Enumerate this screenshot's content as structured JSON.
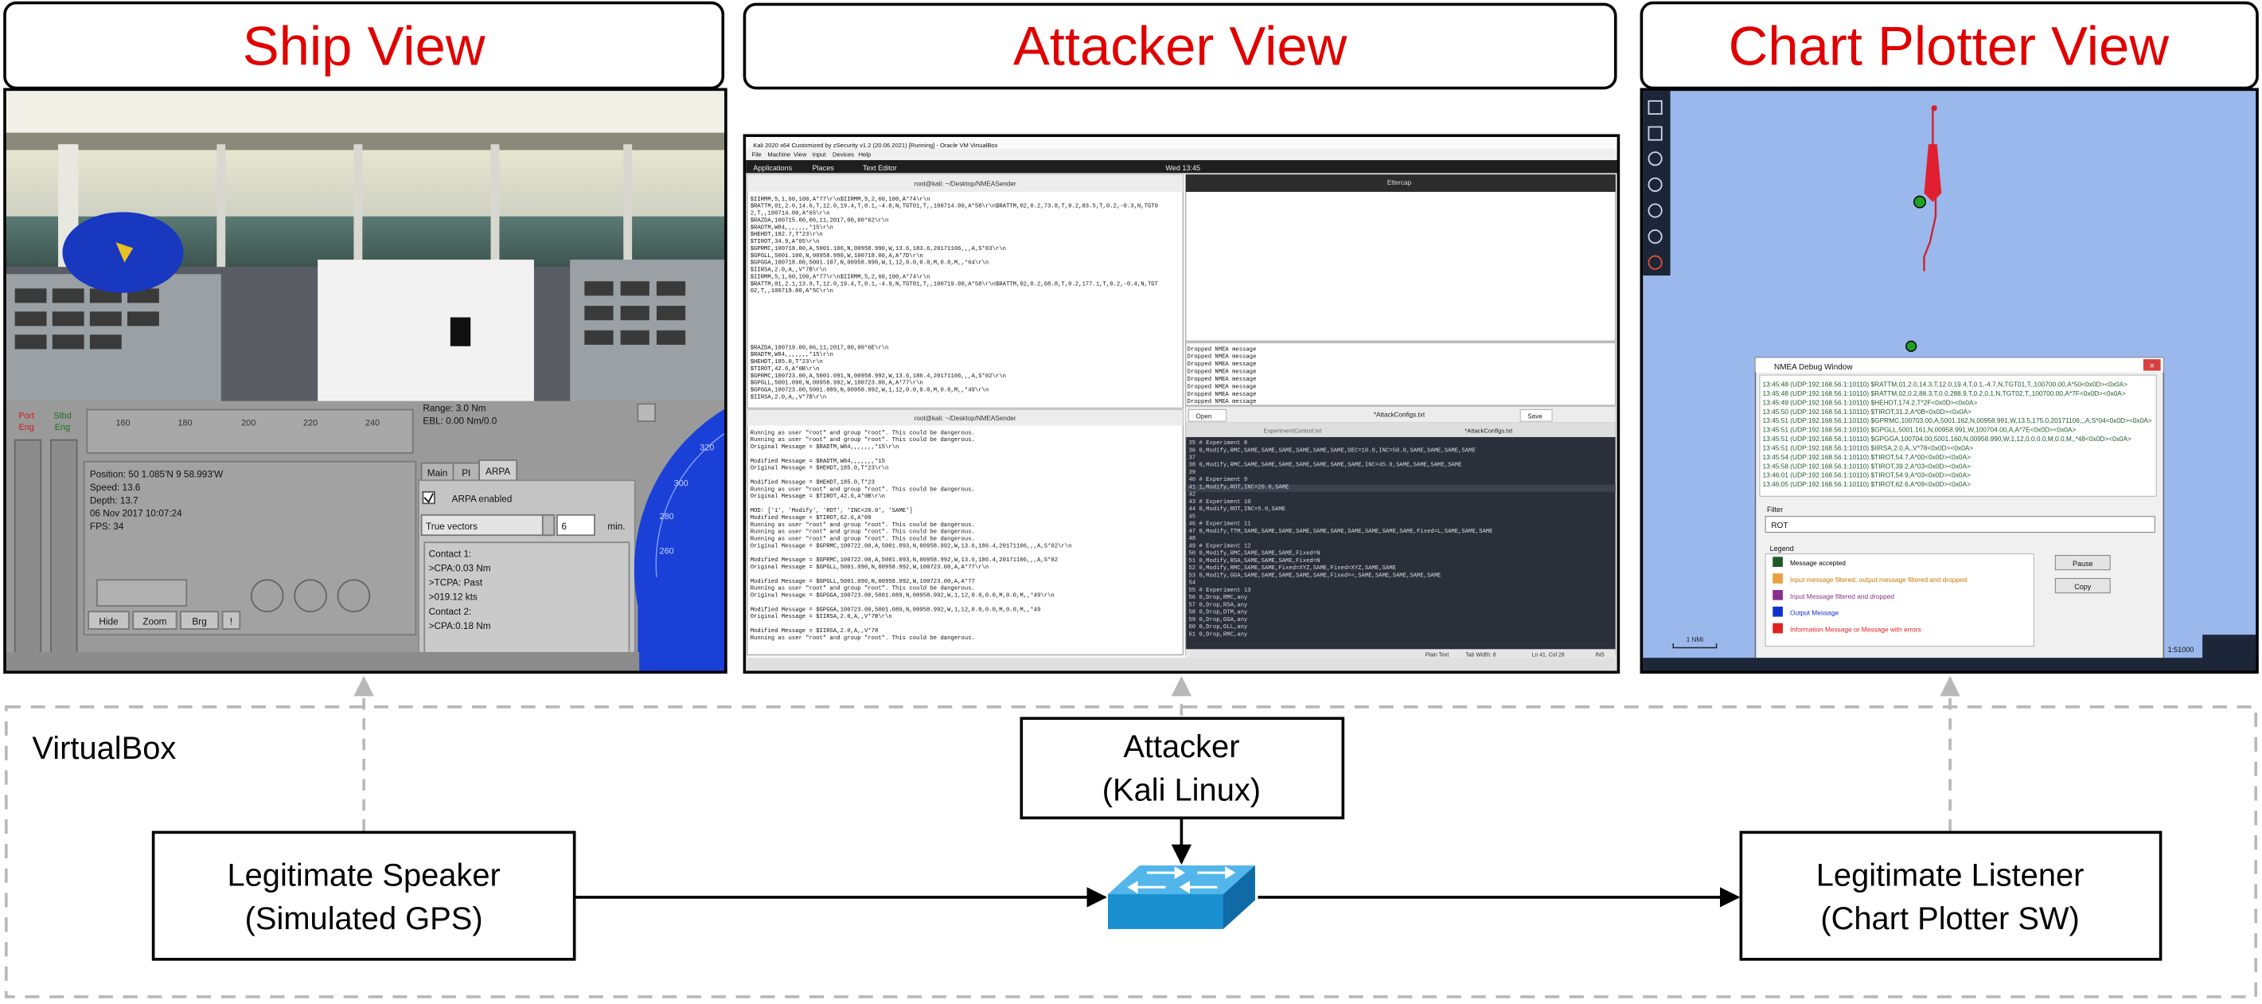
{
  "headers": {
    "ship": "Ship View",
    "attacker": "Attacker View",
    "plotter": "Chart Plotter View"
  },
  "virtualbox_label": "VirtualBox",
  "nodes": {
    "attacker": [
      "Attacker",
      "(Kali Linux)"
    ],
    "speaker": [
      "Legitimate Speaker",
      "(Simulated GPS)"
    ],
    "listener": [
      "Legitimate Listener",
      "(Chart Plotter SW)"
    ]
  },
  "ship_view": {
    "port_eng": [
      "Port",
      "Eng"
    ],
    "stbd_eng": [
      "Stbd",
      "Eng"
    ],
    "range": "Range: 3.0 Nm",
    "ebl": "EBL: 0.00 Nm/0.0",
    "position": "Position: 50 1.085'N 9 58.993'W",
    "speed": "Speed: 13.6",
    "depth": "Depth: 13.7",
    "date": "06 Nov 2017 10:07:24",
    "fps": "FPS: 34",
    "tabs": [
      "Main",
      "PI",
      "ARPA"
    ],
    "arpa_enabled": "ARPA enabled",
    "vectors": "True vectors",
    "minutes": "6",
    "min_label": "min.",
    "contacts": [
      "Contact 1:",
      ">CPA:0.03 Nm",
      ">TCPA: Past",
      ">019.12 kts",
      "Contact 2:",
      ">CPA:0.18 Nm"
    ],
    "buttons": [
      "Hide",
      "Zoom",
      "Brg",
      "!"
    ],
    "scale": [
      "160",
      "180",
      "200",
      "220",
      "240"
    ],
    "radar_ticks": [
      "320",
      "300",
      "280",
      "260"
    ]
  },
  "attacker_view": {
    "vm_title": "Kali 2020 x64 Customized by zSecurity v1.2 (20.06.2021) [Running] - Oracle VM VirtualBox",
    "vm_menu": [
      "File",
      "Machine",
      "View",
      "Input",
      "Devices",
      "Help"
    ],
    "taskbar": [
      "Applications",
      "Places",
      "Text Editor"
    ],
    "clock": "Wed 13:45",
    "term1_title": "root@kali: ~/Desktop/NMEASender",
    "term2_title": "root@kali: ~/Desktop/NMEASender",
    "ettercap_title": "Ettercap",
    "editor_title": "*AttackConfigs.txt",
    "editor_tabs": [
      "ExperimentControl.txt",
      "*AttackConfigs.txt"
    ],
    "open_btn": "Open",
    "save_btn": "Save",
    "dropped": [
      "Dropped NMEA message",
      "Dropped NMEA message",
      "Dropped NMEA message",
      "Dropped NMEA message",
      "Dropped NMEA message",
      "Dropped NMEA message",
      "Dropped NMEA message",
      "Dropped NMEA message"
    ],
    "term1_lines": [
      "$IIRMM,5,1,60,100,A*77\\r\\n$IIRMM,5,2,60,100,A*74\\r\\n",
      "$RATTM,01,2.0,14.6,T,12.0,19.4,T,0.1,-4.0,N,TGT01,T,,100714.00,A*58\\r\\n$RATTM,02,0.2,73.8,T,0.2,83.5,T,0.2,-0.3,N,TGT0",
      "2,T,,100714.00,A*65\\r\\n",
      "$RAZDA,100715.00,06,11,2017,00,00*62\\r\\n",
      "$RADTM,W84,,,,,,,*15\\r\\n",
      "$HEHDT,182.7,T*23\\r\\n",
      "$TIROT,34.9,A*05\\r\\n",
      "$GPRMC,100718.00,A,5001.106,N,00958.990,W,13.6,183.6,20171106,,,A,S*03\\r\\n",
      "$GPGLL,5001.100,N,00958.990,W,100718.00,A,A*7D\\r\\n",
      "$GPGGA,100718.00,5001.107,N,00958.990,W,1,12,0.0,0.0,M,0.0,M,,*64\\r\\n",
      "$IIRSA,2.0,A,,V*7B\\r\\n",
      "$IIRMM,5,1,60,100,A*77\\r\\n$IIRMM,5,2,60,100,A*74\\r\\n",
      "$RATTM,01,2.1,13.9,T,12.0,19.4,T,0.1,-4.9,N,TGT01,T,,100719.00,A*58\\r\\n$RATTM,02,0.2,68.8,T,0.2,177.1,T,0.2,-0.4,N,TGT",
      "02,T,,100719.00,A*5C\\r\\n",
      "",
      "",
      "",
      "",
      "",
      "",
      "",
      "$RAZDA,100719.00,06,11,2017,00,00*6E\\r\\n",
      "$RADTM,W84,,,,,,,*15\\r\\n",
      "$HEHDT,185.0,T*23\\r\\n",
      "$TIROT,42.6,A*0B\\r\\n",
      "$GPRMC,100723.00,A,5001.091,N,00958.992,W,13.6,186.4,20171106,,,A,S*02\\r\\n",
      "$GPGLL,5001.090,N,00958.992,W,100723.00,A,A*77\\r\\n",
      "$GPGGA,100723.00,5001.089,N,00958.992,W,1,12,0.0,0.0,M,0.0,M,,*49\\r\\n",
      "$IIRSA,2.0,A,,V*7B\\r\\n"
    ],
    "term2_lines": [
      "Running as user \"root\" and group \"root\". This could be dangerous.",
      "Running as user \"root\" and group \"root\". This could be dangerous.",
      "Original Message = $RADTM,W84,,,,,,,*15\\r\\n",
      "",
      "Modified Message = $RADTM,W84,,,,,,,*15",
      "Original Message = $HEHDT,185.0,T*23\\r\\n",
      "",
      "Modified Message = $HEHDT,185.0,T*23",
      "Running as user \"root\" and group \"root\". This could be dangerous.",
      "Original Message = $TIROT,42.6,A*0B\\r\\n",
      "",
      "MOD: ['1', 'Modify', 'ROT', 'INC=20.0', 'SAME']",
      "Modified Message = $TIROT,62.6,A*09",
      "Running as user \"root\" and group \"root\". This could be dangerous.",
      "Running as user \"root\" and group \"root\". This could be dangerous.",
      "Running as user \"root\" and group \"root\". This could be dangerous.",
      "Original Message = $GPRMC,100722.00,A,5001.093,N,00958.992,W,13.6,186.4,20171106,,,A,S*02\\r\\n",
      "",
      "Modified Message = $GPRMC,100722.00,A,5001.093,N,00958.992,W,13.6,186.4,20171106,,,A,S*02",
      "Original Message = $GPGLL,5001.090,N,00958.992,W,100723.00,A,A*77\\r\\n",
      "",
      "Modified Message = $GPGLL,5001.090,N,00958.992,W,100723.00,A,A*77",
      "Running as user \"root\" and group \"root\". This could be dangerous.",
      "Original Message = $GPGGA,100723.00,5001.089,N,00958.992,W,1,12,0.0,0.0,M,0.0,M,,*49\\r\\n",
      "",
      "Modified Message = $GPGGA,100723.00,5001.089,N,00958.992,W,1,12,0.0,0.0,M,0.0,M,,*49",
      "Original Message = $IIRSA,2.0,A,,V*7B\\r\\n",
      "",
      "Modified Message = $IIRSA,2.0,A,,V*78",
      "Running as user \"root\" and group \"root\". This could be dangerous."
    ],
    "editor_lines": [
      "35 # Experiment 8",
      "36 0,Modify,RMC,SAME,SAME,SAME,SAME,SAME,SAME,DEC=10.0,INC=50.0,SAME,SAME,SAME,SAME",
      "37",
      "38 0,Modify,RMC,SAME,SAME,SAME,SAME,SAME,SAME,SAME,INC=45.0,SAME,SAME,SAME,SAME",
      "39",
      "40 # Experiment 9",
      "41 1,Modify,ROT,INC=20.0,SAME",
      "42",
      "43 # Experiment 10",
      "44 0,Modify,ROT,INC=5.0,SAME",
      "45",
      "46 # Experiment 11",
      "47 0,Modify,TTM,SAME,SAME,SAME,SAME,SAME,SAME,SAME,SAME,SAME,SAME,Fixed=L,SAME,SAME,SAME",
      "48",
      "49 # Experiment 12",
      "50 0,Modify,RMC,SAME,SAME,SAME,Fixed=N",
      "51 0,Modify,RSA,SAME,SAME,SAME,Fixed=N",
      "52 0,Modify,RMC,SAME,SAME,Fixed=XYZ,SAME,Fixed=XYZ,SAME,SAME",
      "53 0,Modify,GGA,SAME,SAME,SAME,SAME,SAME,Fixed=<,SAME,SAME,SAME,SAME,SAME",
      "54",
      "55 # Experiment 13",
      "56 0,Drop,RMC,any",
      "57 0,Drop,RSA,any",
      "58 0,Drop,DTM,any",
      "59 0,Drop,GGA,any",
      "60 0,Drop,GLL,any",
      "61 0,Drop,RMC,any"
    ],
    "status": [
      "Plain Text",
      "Tab Width: 8",
      "Ln 41, Col 28",
      "INS"
    ]
  },
  "plotter_view": {
    "debug_title": "NMEA Debug Window",
    "log": [
      "13:45:48 (UDP:192.168.56.1:10110) $RATTM,01,2.0,14.3,T,12.0,19.4,T,0.1,-4.7,N,TGT01,T,,100700.00,A*50<0x0D><0x0A>",
      "13:45:48 (UDP:192.168.56.1:10110) $RATTM,02,0.2,88.3,T,0.0,288.9,T,0.2,0.1,N,TGT02,T,,100700.00,A*7F<0x0D><0x0A>",
      "13:45:49 (UDP:192.168.56.1:10110) $HEHDT,174.2,T*2F<0x0D><0x0A>",
      "13:45:50 (UDP:192.168.56.1:10110) $TIROT,31.2,A*0B<0x0D><0x0A>",
      "13:45:51 (UDP:192.168.56.1:10110) $GPRMC,100703.00,A,5001.162,N,00958.991,W,13.5,175.0,20171106,,,A,S*04<0x0D><0x0A>",
      "13:45:51 (UDP:192.168.56.1:10110) $GPGLL,5001.161,N,00958.991,W,100704.00,A,A*7E<0x0D><0x0A>",
      "13:45:51 (UDP:192.168.56.1:10110) $GPGGA,100704.00,5001.160,N,00958.990,W,1,12,0.0,0.0,M,0.0,M,,*48<0x0D><0x0A>",
      "13:45:51 (UDP:192.168.56.1:10110) $IIRSA,2.0,A,,V*78<0x0D><0x0A>",
      "13:45:54 (UDP:192.168.56.1:10110) $TIROT,54.7,A*00<0x0D><0x0A>",
      "13:45:58 (UDP:192.168.56.1:10110) $TIROT,39.2,A*03<0x0D><0x0A>",
      "13:46:01 (UDP:192.168.56.1:10110) $TIROT,54.9,A*03<0x0D><0x0A>",
      "13:46:05 (UDP:192.168.56.1:10110) $TIROT,62.6,A*09<0x0D><0x0A>"
    ],
    "filter_label": "Filter",
    "filter_value": "ROT",
    "legend_label": "Legend",
    "legend": [
      {
        "text": "Message accepted",
        "color": "#1e5b2a",
        "text_color": "#000000"
      },
      {
        "text": "Input message filtered, output message filtered and dropped",
        "color": "#e8a040",
        "text_color": "#c87800"
      },
      {
        "text": "Input Message filtered and dropped",
        "color": "#8b2f8b",
        "text_color": "#8b2f8b"
      },
      {
        "text": "Output Message",
        "color": "#1030d0",
        "text_color": "#1030d0"
      },
      {
        "text": "Information Message or Message with errors",
        "color": "#e02020",
        "text_color": "#e02020"
      }
    ],
    "pause": "Pause",
    "copy": "Copy",
    "scale_text": "1 NMi",
    "zoom_text": "1:51000"
  },
  "colors": {
    "header_red": "#e00000",
    "switch_blue": "#1a8fd0",
    "chart_blue": "#9ab8ec",
    "terminal_bg": "#ffffff",
    "editor_bg": "#2b2f3a"
  }
}
